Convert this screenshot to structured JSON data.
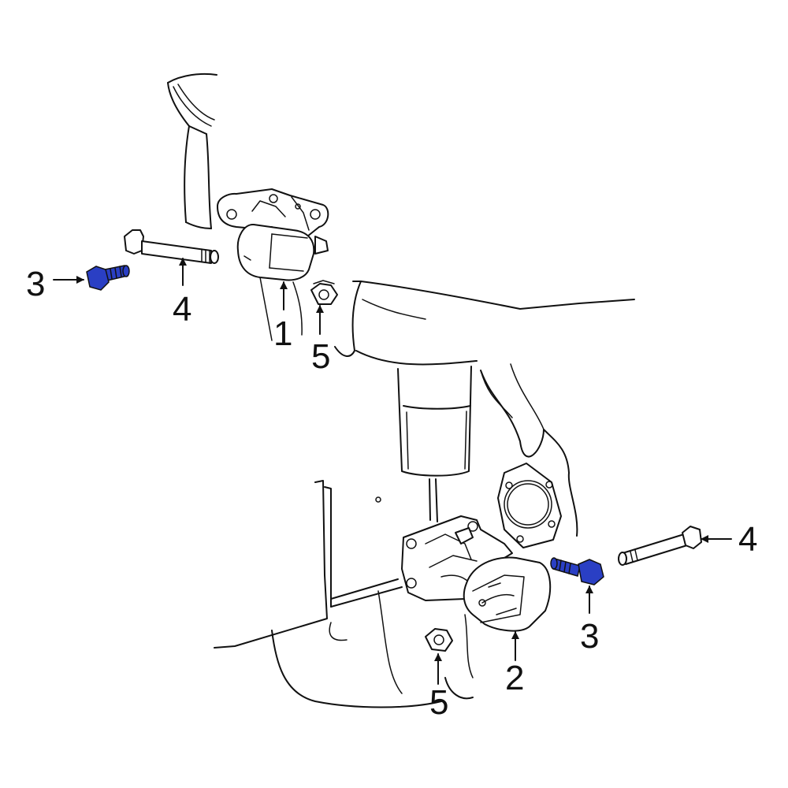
{
  "diagram": {
    "highlight_color": "#2a3fc4",
    "callouts": [
      {
        "id": "upper-mount",
        "label": "1"
      },
      {
        "id": "lower-mount",
        "label": "2"
      },
      {
        "id": "bolt-upper",
        "label": "3"
      },
      {
        "id": "bolt-lower",
        "label": "3"
      },
      {
        "id": "through-bolt-upper",
        "label": "4"
      },
      {
        "id": "through-bolt-lower",
        "label": "4"
      },
      {
        "id": "nut-upper",
        "label": "5"
      },
      {
        "id": "nut-lower",
        "label": "5"
      }
    ]
  }
}
